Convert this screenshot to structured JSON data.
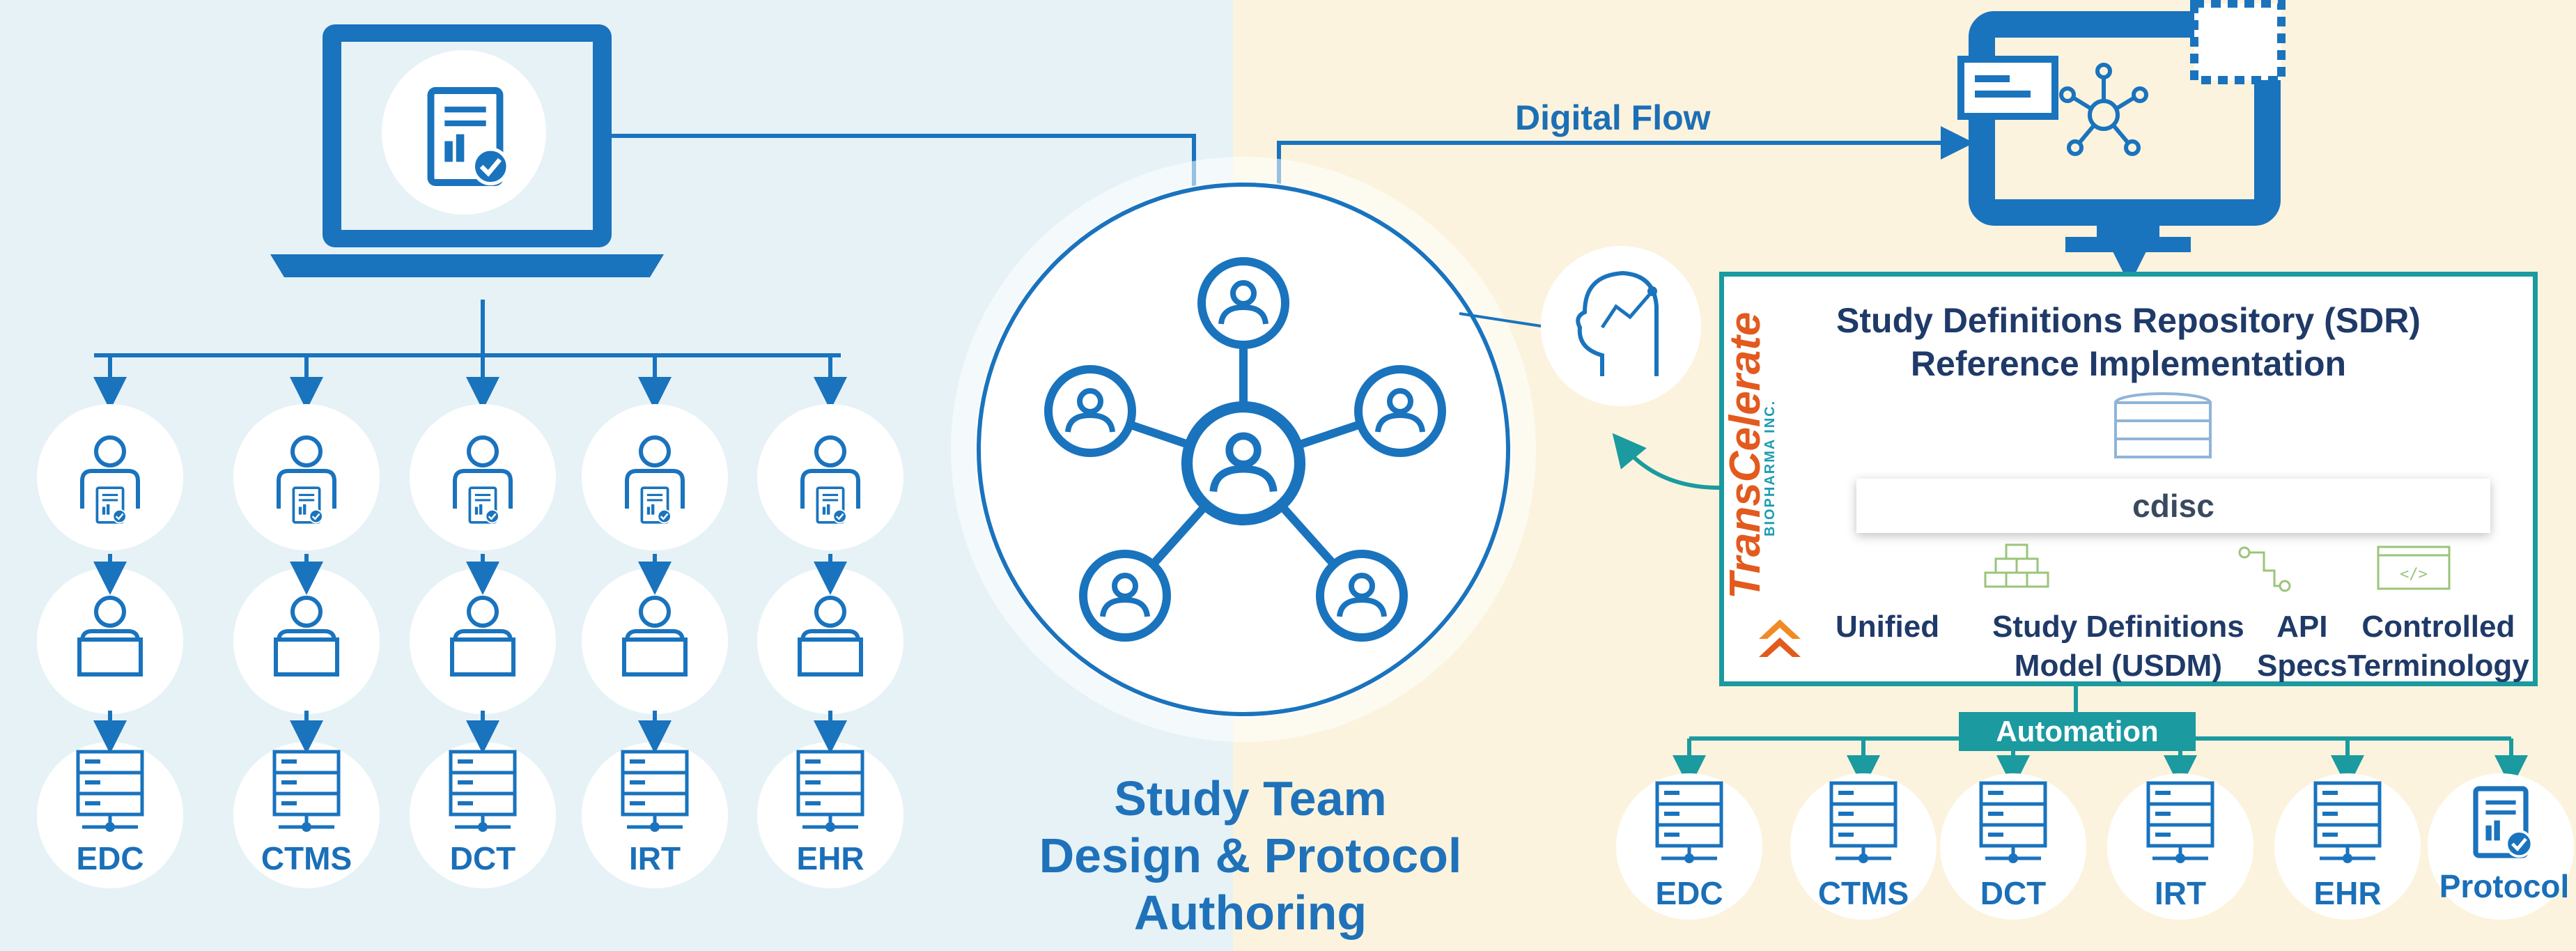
{
  "left_systems": [
    {
      "label": "EDC"
    },
    {
      "label": "CTMS"
    },
    {
      "label": "DCT"
    },
    {
      "label": "IRT"
    },
    {
      "label": "EHR"
    }
  ],
  "center": {
    "title_line1": "Study Team",
    "title_line2": "Design & Protocol",
    "title_line3": "Authoring"
  },
  "flow_label": "Digital Flow",
  "sdr": {
    "title_line1": "Study Definitions Repository (SDR)",
    "title_line2": "Reference Implementation",
    "cdisc_label": "cdisc",
    "brand_name": "TransCelerate",
    "brand_sub": "BIOPHARMA INC.",
    "features": [
      {
        "line1": "Unified",
        "line2": ""
      },
      {
        "line1": "Study Definitions",
        "line2": "Model (USDM)"
      },
      {
        "line1": "API",
        "line2": "Specs"
      },
      {
        "line1": "Controlled",
        "line2": "Terminology"
      }
    ]
  },
  "automation_label": "Automation",
  "right_systems": [
    {
      "label": "EDC"
    },
    {
      "label": "CTMS"
    },
    {
      "label": "DCT"
    },
    {
      "label": "IRT"
    },
    {
      "label": "EHR"
    },
    {
      "label": "Protocol"
    }
  ],
  "colors": {
    "blue": "#1a73bd",
    "teal": "#1b9a9f",
    "left_bg": "#e6f2f6",
    "right_bg": "#fbf3dd"
  }
}
